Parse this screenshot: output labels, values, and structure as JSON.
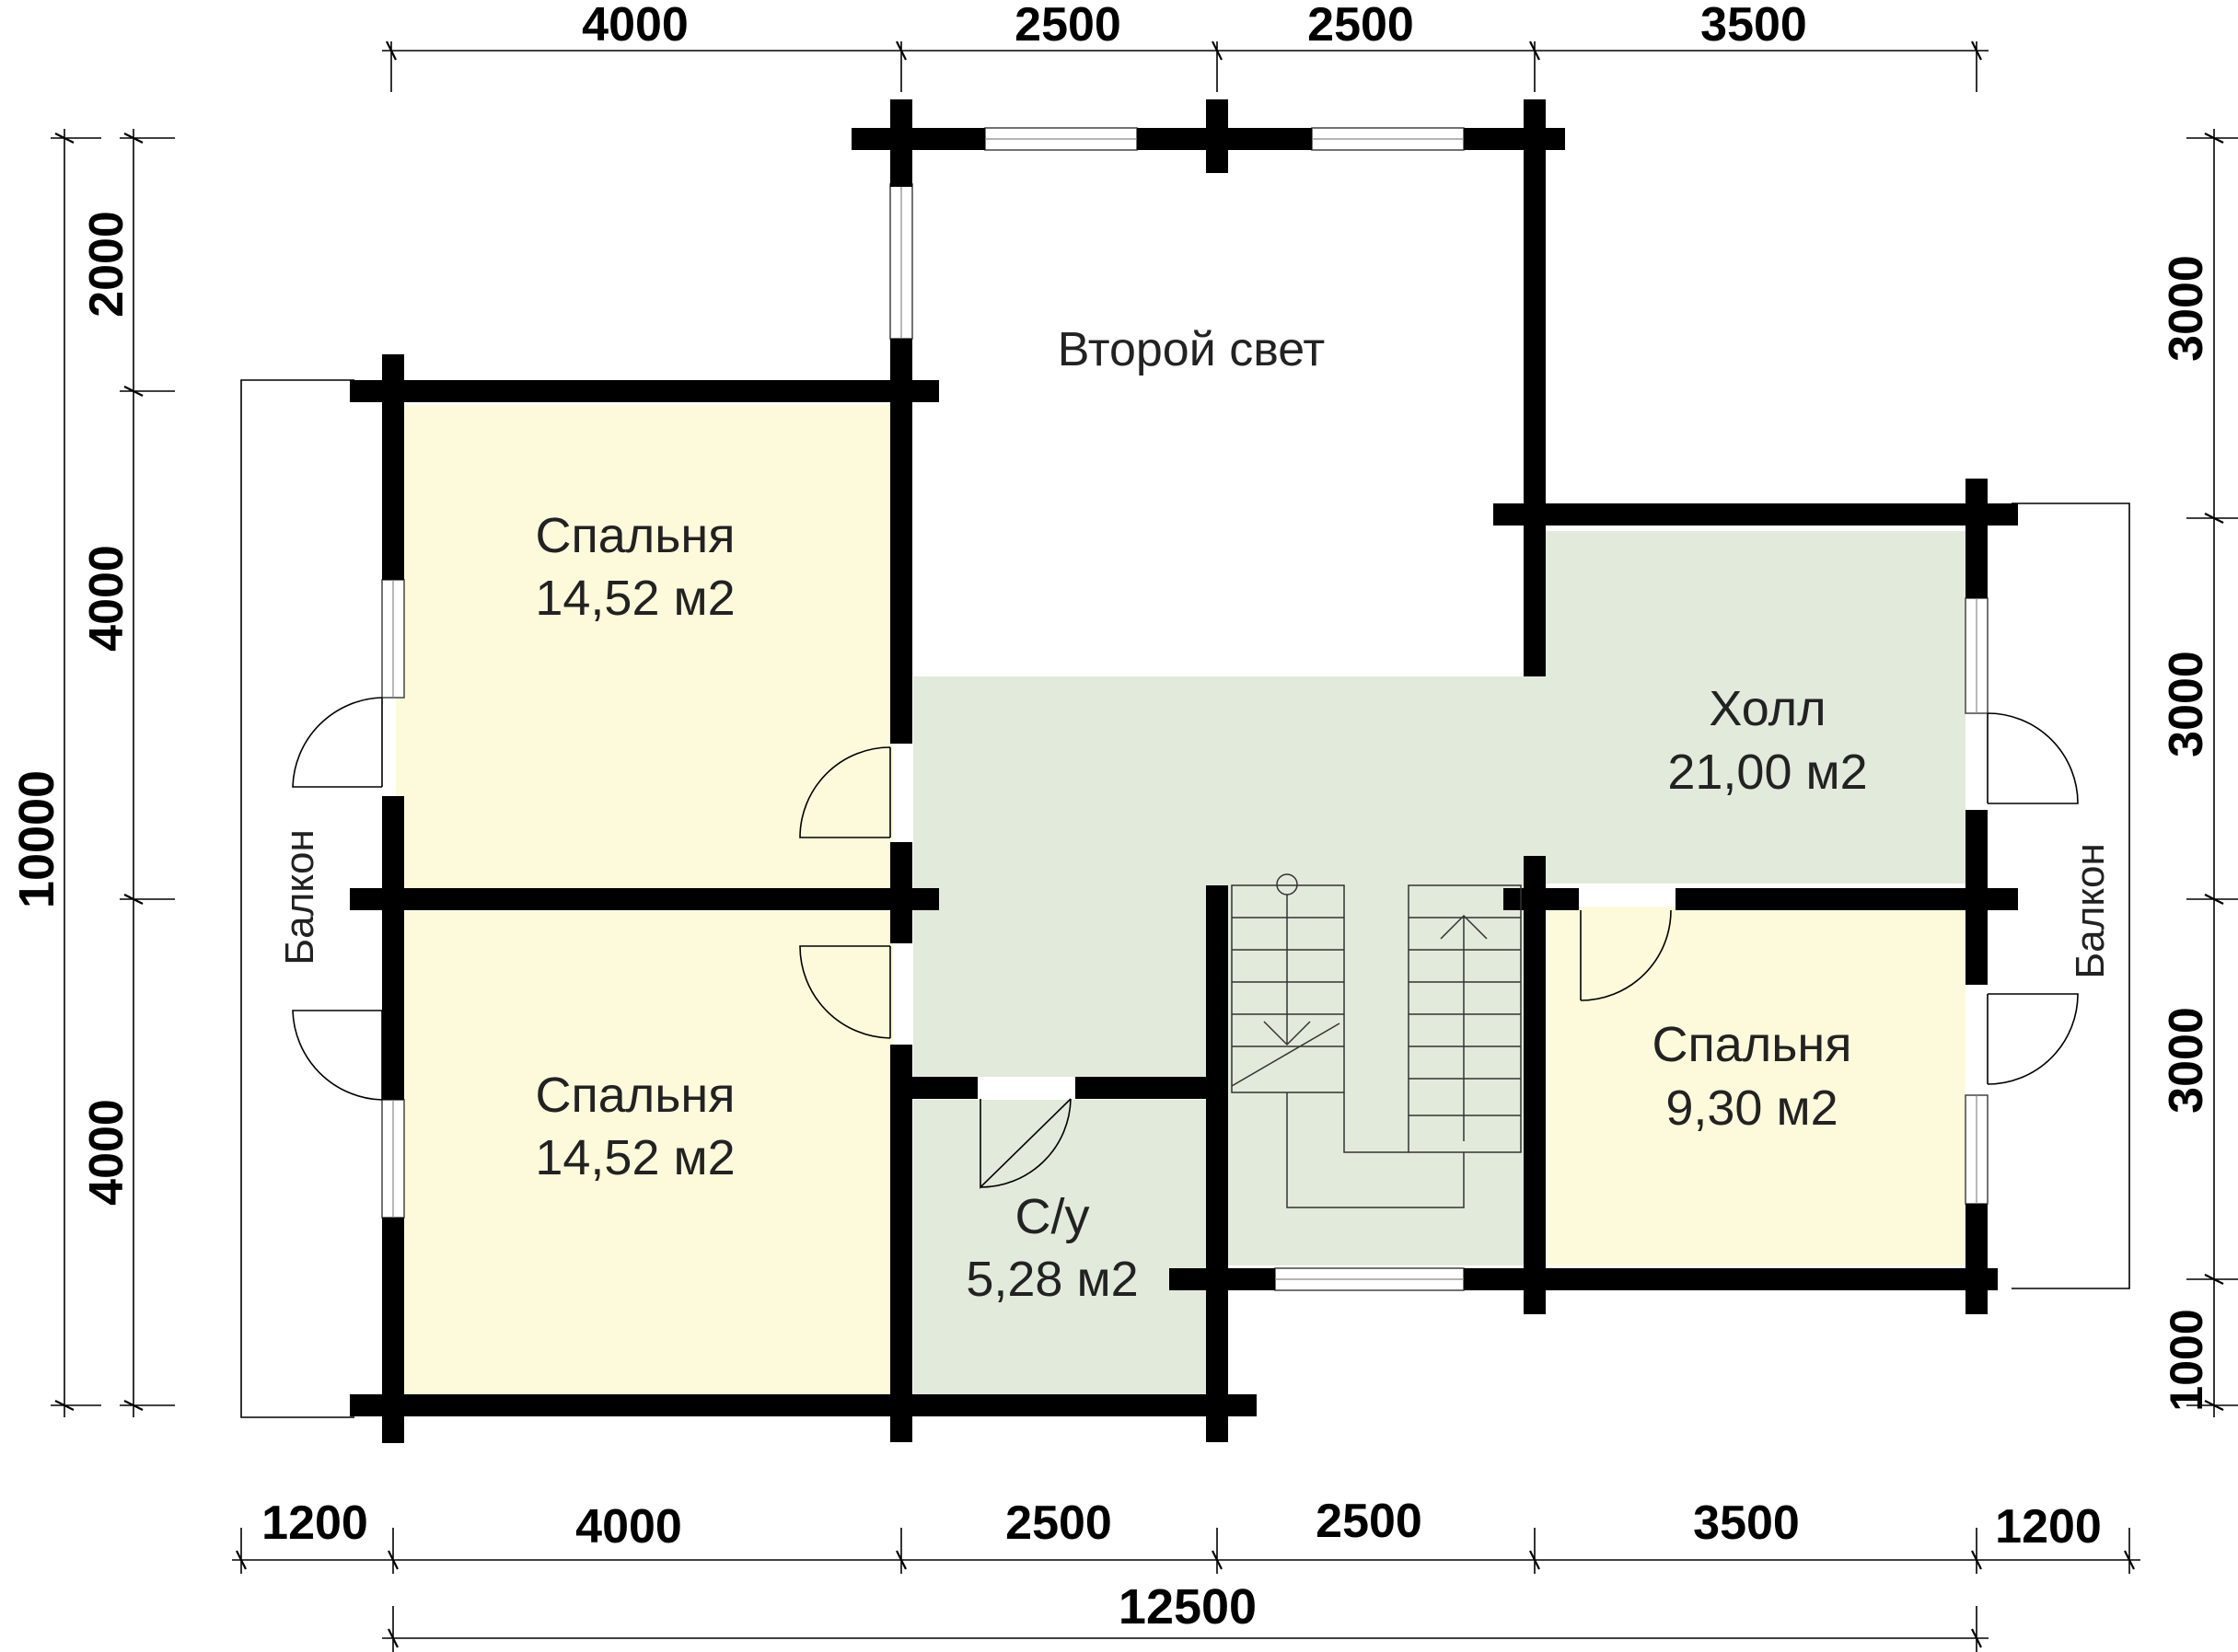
{
  "top_dimensions": [
    "4000",
    "2500",
    "2500",
    "3500"
  ],
  "bottom_dimensions": [
    "1200",
    "4000",
    "2500",
    "2500",
    "3500",
    "1200"
  ],
  "overall_width": "12500",
  "left_dimensions": [
    "2000",
    "4000",
    "4000"
  ],
  "left_total": "10000",
  "right_dimensions": [
    "3000",
    "3000",
    "3000",
    "1000"
  ],
  "rooms": {
    "second_light": {
      "name": "Второй свет"
    },
    "bedroom_top_left": {
      "name": "Спальня",
      "area": "14,52 м2"
    },
    "bedroom_bottom_left": {
      "name": "Спальня",
      "area": "14,52 м2"
    },
    "hall": {
      "name": "Холл",
      "area": "21,00 м2"
    },
    "bedroom_right": {
      "name": "Спальня",
      "area": "9,30 м2"
    },
    "bathroom": {
      "name": "С/у",
      "area": "5,28 м2"
    },
    "balcony_left": {
      "name": "Балкон"
    },
    "balcony_right": {
      "name": "Балкон"
    }
  },
  "colors": {
    "bedroom_fill": "#fdfadb",
    "hall_fill": "#e2eadb",
    "wall": "#000000"
  }
}
